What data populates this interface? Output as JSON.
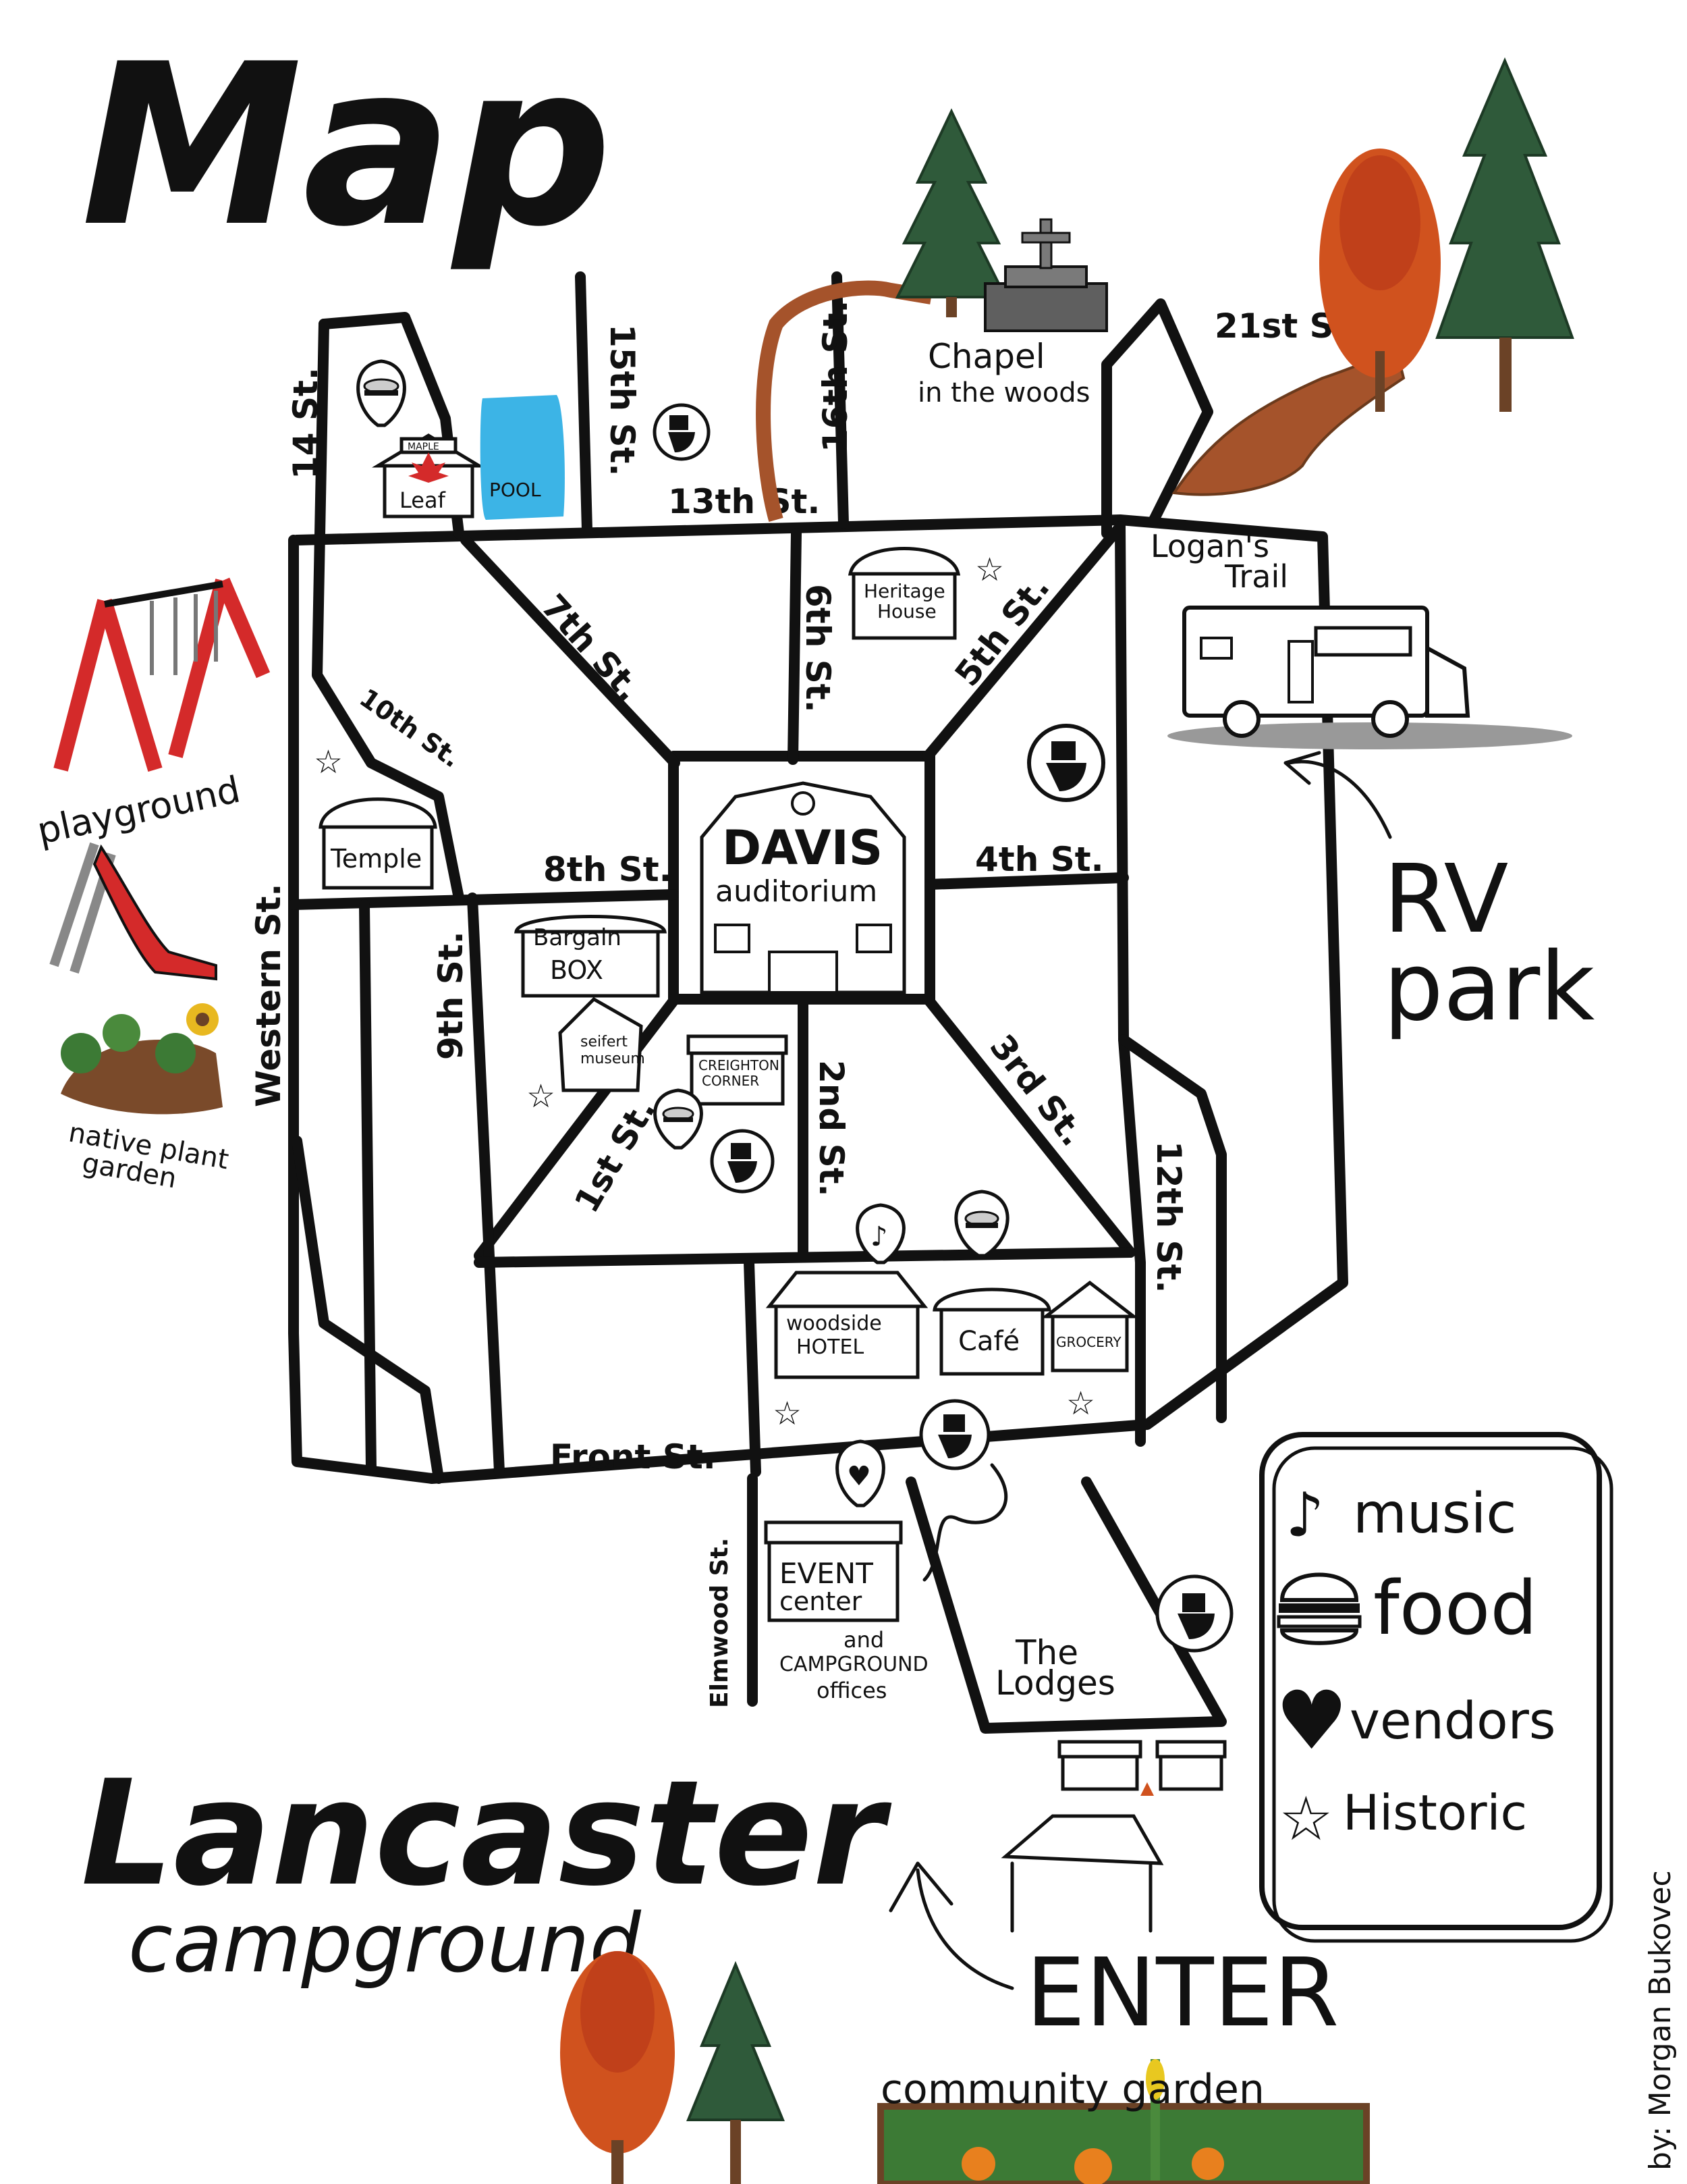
{
  "title": "Map",
  "campground": {
    "name": "Lancaster",
    "subtitle": "campground"
  },
  "enter_label": "ENTER",
  "credit": "by: Morgan Bukovec",
  "streets": {
    "s14": "14 St.",
    "s15": "15th St.",
    "s16": "16th St.",
    "s13": "13th St.",
    "s21": "21st St.",
    "s7": "7th St.",
    "s6": "6th St.",
    "s5": "5th St.",
    "s10": "10th St.",
    "s8": "8th St.",
    "s4": "4th St.",
    "s9": "9th St.",
    "western": "Western St.",
    "s1": "1st St.",
    "s2": "2nd St.",
    "s3": "3rd St.",
    "s12": "12th St.",
    "front": "Front St.",
    "elmwood": "Elmwood St."
  },
  "places": {
    "chapel_line1": "Chapel",
    "chapel_line2": "in the woods",
    "logans_line1": "Logan's",
    "logans_line2": "Trail",
    "rv_line1": "RV",
    "rv_line2": "park",
    "maple": "MAPLE",
    "leaf": "Leaf",
    "pool": "POOL",
    "heritage_line1": "Heritage",
    "heritage_line2": "House",
    "temple": "Temple",
    "davis_line1": "DAVIS",
    "davis_line2": "auditorium",
    "bargain_line1": "Bargain",
    "bargain_line2": "BOX",
    "seifert_line1": "seifert",
    "seifert_line2": "museum",
    "creighton_line1": "CREIGHTON",
    "creighton_line2": "CORNER",
    "woodside_line1": "woodside",
    "woodside_line2": "HOTEL",
    "cafe": "Café",
    "grocery": "GROCERY",
    "event_line1": "EVENT",
    "event_line2": "center",
    "event_note1": "and",
    "event_note2": "CAMPGROUND",
    "event_note3": "offices",
    "lodges_line1": "The",
    "lodges_line2": "Lodges",
    "playground": "playground",
    "native_line1": "native plant",
    "native_line2": "garden",
    "community_garden": "community garden"
  },
  "legend": [
    {
      "icon": "music-note-icon",
      "label": "music"
    },
    {
      "icon": "burger-icon",
      "label": "food"
    },
    {
      "icon": "heart-icon",
      "label": "vendors"
    },
    {
      "icon": "star-icon",
      "label": "Historic"
    }
  ],
  "colors": {
    "ink": "#111111",
    "pool": "#3cb4e6",
    "slide": "#d42a2a",
    "swing": "#d42a2a",
    "tree_dark": "#2f5a3a",
    "tree_orange": "#d0521e",
    "trail": "#a5532b",
    "garden": "#3c7a35",
    "soil": "#7a4a2a"
  }
}
